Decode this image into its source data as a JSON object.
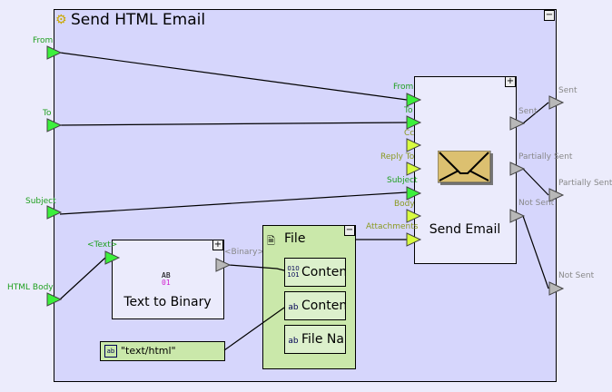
{
  "workflow": {
    "title": "Send HTML Email",
    "collapse": "−"
  },
  "inputs": [
    "From",
    "To",
    "Subject",
    "HTML Body"
  ],
  "outputs": [
    "Sent",
    "Partially Sent",
    "Not Sent"
  ],
  "send_email": {
    "title": "Send Email",
    "expand": "+",
    "inputs": [
      "From",
      "To",
      "Cc",
      "Reply To",
      "Subject",
      "Body",
      "Attachments"
    ],
    "outputs": [
      "Sent",
      "Partially Sent",
      "Not Sent"
    ]
  },
  "text_to_binary": {
    "title": "Text to Binary",
    "expand": "+",
    "input": "<Text>",
    "output": "<Binary>",
    "icon_top": "AB",
    "icon_bottom": "01"
  },
  "file": {
    "title": "File",
    "collapse": "−",
    "fields": [
      "Content",
      "Content Type",
      "File Name"
    ],
    "field_icons": [
      "010\n101",
      "ab",
      "ab"
    ]
  },
  "constant": {
    "value": "\"text/html\""
  }
}
